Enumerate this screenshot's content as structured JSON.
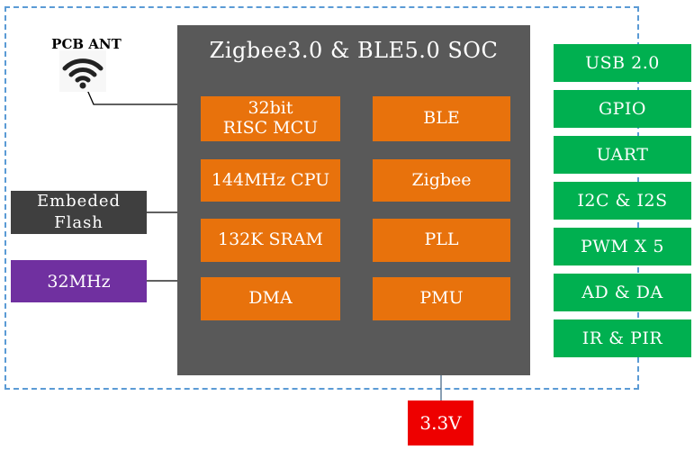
{
  "soc": {
    "title": "Zigbee3.0 & BLE5.0 SOC",
    "blocks_left": [
      "32bit\nRISC MCU",
      "144MHz CPU",
      "132K SRAM",
      "DMA"
    ],
    "blocks_right": [
      "BLE",
      "Zigbee",
      "PLL",
      "PMU"
    ]
  },
  "interfaces": [
    "USB 2.0",
    "GPIO",
    "UART",
    "I2C & I2S",
    "PWM X 5",
    "AD & DA",
    "IR & PIR"
  ],
  "external": {
    "antenna": "PCB ANT",
    "flash": "Embeded\nFlash",
    "oscillator": "32MHz",
    "power": "3.3V"
  },
  "colors": {
    "soc": "#595959",
    "block": "#e8720c",
    "interface": "#00b050",
    "flash": "#3f3f3f",
    "oscillator": "#7030a0",
    "power": "#ee0000",
    "border": "#5b9bd5"
  }
}
